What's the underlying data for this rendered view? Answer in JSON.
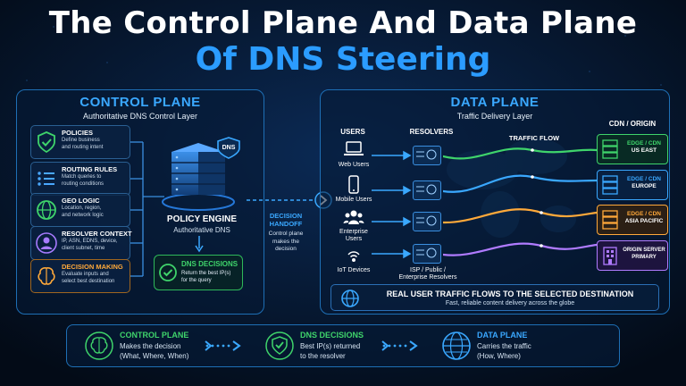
{
  "title": {
    "line1": "The Control Plane And Data Plane",
    "line2": "Of DNS Steering"
  },
  "control_plane": {
    "heading": "CONTROL PLANE",
    "subheading": "Authoritative DNS Control Layer",
    "items": [
      {
        "title": "POLICIES",
        "desc1": "Define business",
        "desc2": "and routing intent",
        "icon": "shield-check-icon",
        "color": "#3fd46b"
      },
      {
        "title": "ROUTING RULES",
        "desc1": "Match queries to",
        "desc2": "routing conditions",
        "icon": "list-icon",
        "color": "#4aa8ff"
      },
      {
        "title": "GEO LOGIC",
        "desc1": "Location, region,",
        "desc2": "and network logic",
        "icon": "globe-icon",
        "color": "#3fd46b"
      },
      {
        "title": "RESOLVER CONTEXT",
        "desc1": "IP, ASN, EDNS, device,",
        "desc2": "client subnet, time",
        "icon": "user-icon",
        "color": "#a77bff"
      },
      {
        "title": "DECISION MAKING",
        "desc1": "Evaluate inputs and",
        "desc2": "select best destination",
        "icon": "brain-icon",
        "color": "#ffa93a"
      }
    ],
    "engine": {
      "badge": "DNS",
      "title": "POLICY ENGINE",
      "subtitle": "Authoritative DNS"
    },
    "decisions": {
      "title": "DNS DECISIONS",
      "desc1": "Return the best IP(s)",
      "desc2": "for the query"
    }
  },
  "handoff": {
    "title1": "DECISION",
    "title2": "HANDOFF",
    "desc1": "Control plane",
    "desc2": "makes the",
    "desc3": "decision"
  },
  "data_plane": {
    "heading": "DATA PLANE",
    "subheading": "Traffic Delivery Layer",
    "users_heading": "USERS",
    "resolvers_heading": "RESOLVERS",
    "traffic_flow": "TRAFFIC FLOW",
    "cdn_heading": "CDN / ORIGIN",
    "users": [
      {
        "label1": "Web Users",
        "label2": "",
        "icon": "laptop-icon"
      },
      {
        "label1": "Mobile Users",
        "label2": "",
        "icon": "phone-icon"
      },
      {
        "label1": "Enterprise",
        "label2": "Users",
        "icon": "group-icon"
      },
      {
        "label1": "IoT Devices",
        "label2": "",
        "icon": "iot-icon"
      }
    ],
    "resolver_caption1": "ISP / Public /",
    "resolver_caption2": "Enterprise Resolvers",
    "destinations": [
      {
        "line1": "EDGE / CDN",
        "line2": "US EAST",
        "color": "#3fd46b"
      },
      {
        "line1": "EDGE / CDN",
        "line2": "EUROPE",
        "color": "#3aa8ff"
      },
      {
        "line1": "EDGE / CDN",
        "line2": "ASIA PACIFIC",
        "color": "#ffa93a"
      },
      {
        "line1": "ORIGIN SERVER",
        "line2": "PRIMARY",
        "color": "#b07bff"
      }
    ],
    "banner_title": "REAL USER TRAFFIC FLOWS TO THE SELECTED DESTINATION",
    "banner_sub": "Fast, reliable content delivery across the globe"
  },
  "bottom": [
    {
      "title": "CONTROL PLANE",
      "desc1": "Makes the decision",
      "desc2": "(What, Where, When)",
      "color": "#3fd46b"
    },
    {
      "title": "DNS DECISIONS",
      "desc1": "Best IP(s) returned",
      "desc2": "to the resolver",
      "color": "#3fd46b"
    },
    {
      "title": "DATA PLANE",
      "desc1": "Carries the traffic",
      "desc2": "(How, Where)",
      "color": "#3aa8ff"
    }
  ]
}
